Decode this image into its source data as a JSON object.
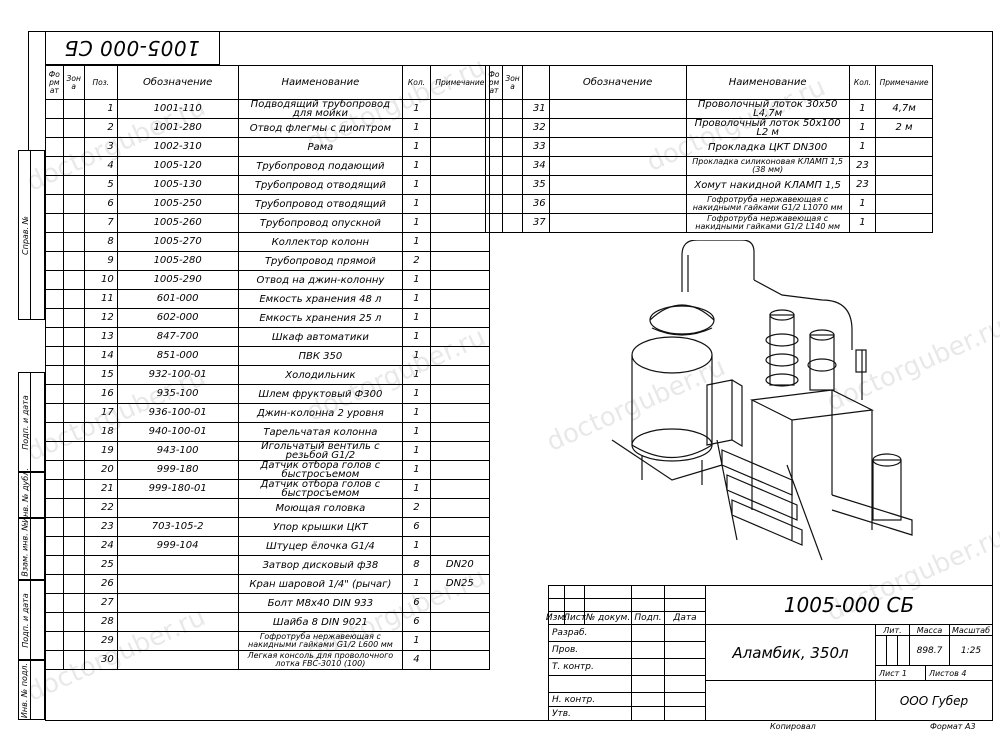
{
  "doc": {
    "code": "1005-000 СБ",
    "title": "Аламбик, 350л",
    "company": "ООО Губер",
    "mass": "898.7",
    "scale": "1:25",
    "sheet": "Лист 1",
    "sheets": "Листов 4",
    "copied": "Копировал",
    "format": "Формат А3",
    "watermark": "doctorguber.ru"
  },
  "headers": {
    "format": "Фо рм ат",
    "zone": "Зон а",
    "pos": "Поз.",
    "designation": "Обозначение",
    "name": "Наименование",
    "qty": "Кол.",
    "note": "Примечание"
  },
  "side_labels": {
    "sprav": "Справ. №",
    "podp_data1": "Подп. и дата",
    "inv_dubl": "Инв. № дубл.",
    "vzam_inv": "Взам. инв. №",
    "podp_data2": "Подп. и дата",
    "inv_podl": "Инв. № подл."
  },
  "title_labels": {
    "izm": "Изм.",
    "list": "Лист",
    "ndoc": "№ докум.",
    "podp": "Подп.",
    "date": "Дата",
    "razrab": "Разраб.",
    "prov": "Пров.",
    "tkontr": "Т. контр.",
    "nkontr": "Н. контр.",
    "utv": "Утв.",
    "lit": "Лит.",
    "massa": "Масса",
    "masshtab": "Масштаб"
  },
  "left_rows": [
    {
      "pos": "1",
      "des": "1001-110",
      "name": "Подводящий трубопровод для мойки",
      "qty": "1",
      "note": ""
    },
    {
      "pos": "2",
      "des": "1001-280",
      "name": "Отвод флегмы с диоптром",
      "qty": "1",
      "note": ""
    },
    {
      "pos": "3",
      "des": "1002-310",
      "name": "Рама",
      "qty": "1",
      "note": ""
    },
    {
      "pos": "4",
      "des": "1005-120",
      "name": "Трубопровод подающий",
      "qty": "1",
      "note": ""
    },
    {
      "pos": "5",
      "des": "1005-130",
      "name": "Трубопровод отводящий",
      "qty": "1",
      "note": ""
    },
    {
      "pos": "6",
      "des": "1005-250",
      "name": "Трубопровод отводящий",
      "qty": "1",
      "note": ""
    },
    {
      "pos": "7",
      "des": "1005-260",
      "name": "Трубопровод опускной",
      "qty": "1",
      "note": ""
    },
    {
      "pos": "8",
      "des": "1005-270",
      "name": "Коллектор колонн",
      "qty": "1",
      "note": ""
    },
    {
      "pos": "9",
      "des": "1005-280",
      "name": "Трубопровод прямой",
      "qty": "2",
      "note": ""
    },
    {
      "pos": "10",
      "des": "1005-290",
      "name": "Отвод на джин-колонну",
      "qty": "1",
      "note": ""
    },
    {
      "pos": "11",
      "des": "601-000",
      "name": "Емкость хранения 48 л",
      "qty": "1",
      "note": ""
    },
    {
      "pos": "12",
      "des": "602-000",
      "name": "Емкость хранения 25 л",
      "qty": "1",
      "note": ""
    },
    {
      "pos": "13",
      "des": "847-700",
      "name": "Шкаф автоматики",
      "qty": "1",
      "note": ""
    },
    {
      "pos": "14",
      "des": "851-000",
      "name": "ПВК 350",
      "qty": "1",
      "note": ""
    },
    {
      "pos": "15",
      "des": "932-100-01",
      "name": "Холодильник",
      "qty": "1",
      "note": ""
    },
    {
      "pos": "16",
      "des": "935-100",
      "name": "Шлем фруктовый Ф300",
      "qty": "1",
      "note": ""
    },
    {
      "pos": "17",
      "des": "936-100-01",
      "name": "Джин-колонна 2 уровня",
      "qty": "1",
      "note": ""
    },
    {
      "pos": "18",
      "des": "940-100-01",
      "name": "Тарельчатая колонна",
      "qty": "1",
      "note": ""
    },
    {
      "pos": "19",
      "des": "943-100",
      "name": "Игольчатый вентиль с резьбой G1/2",
      "qty": "1",
      "note": ""
    },
    {
      "pos": "20",
      "des": "999-180",
      "name": "Датчик отбора голов с быстросъемом",
      "qty": "1",
      "note": ""
    },
    {
      "pos": "21",
      "des": "999-180-01",
      "name": "Датчик отбора голов с быстросъемом",
      "qty": "1",
      "note": ""
    },
    {
      "pos": "22",
      "des": "",
      "name": "Моющая головка",
      "qty": "2",
      "note": ""
    },
    {
      "pos": "23",
      "des": "703-105-2",
      "name": "Упор крышки ЦКТ",
      "qty": "6",
      "note": ""
    },
    {
      "pos": "24",
      "des": "999-104",
      "name": "Штуцер ёлочка G1/4",
      "qty": "1",
      "note": ""
    },
    {
      "pos": "25",
      "des": "",
      "name": "Затвор дисковый ф38",
      "qty": "8",
      "note": "DN20"
    },
    {
      "pos": "26",
      "des": "",
      "name": "Кран шаровой 1/4\" (рычаг)",
      "qty": "1",
      "note": "DN25"
    },
    {
      "pos": "27",
      "des": "",
      "name": "Болт М8х40 DIN 933",
      "qty": "6",
      "note": ""
    },
    {
      "pos": "28",
      "des": "",
      "name": "Шайба 8 DIN 9021",
      "qty": "6",
      "note": ""
    },
    {
      "pos": "29",
      "des": "",
      "name": "Гофротруба нержавеющая с накидными гайками G1/2 L600 мм",
      "qty": "1",
      "note": ""
    },
    {
      "pos": "30",
      "des": "",
      "name": "Легкая консоль для проволочного лотка FBC-3010 (100)",
      "qty": "4",
      "note": ""
    }
  ],
  "right_rows": [
    {
      "pos": "31",
      "des": "",
      "name": "Проволочный лоток 30х50 L4,7м",
      "qty": "1",
      "note": "4,7м"
    },
    {
      "pos": "32",
      "des": "",
      "name": "Проволочный лоток 50х100 L2 м",
      "qty": "1",
      "note": "2 м"
    },
    {
      "pos": "33",
      "des": "",
      "name": "Прокладка ЦКТ DN300",
      "qty": "1",
      "note": ""
    },
    {
      "pos": "34",
      "des": "",
      "name": "Прокладка силиконовая КЛАМП 1,5 (38 мм)",
      "qty": "23",
      "note": ""
    },
    {
      "pos": "35",
      "des": "",
      "name": "Хомут накидной КЛАМП 1,5",
      "qty": "23",
      "note": ""
    },
    {
      "pos": "36",
      "des": "",
      "name": "Гофротруба нержавеющая с накидными гайками G1/2 L1070 мм",
      "qty": "1",
      "note": ""
    },
    {
      "pos": "37",
      "des": "",
      "name": "Гофротруба нержавеющая с накидными гайками G1/2 L140 мм",
      "qty": "1",
      "note": ""
    }
  ]
}
